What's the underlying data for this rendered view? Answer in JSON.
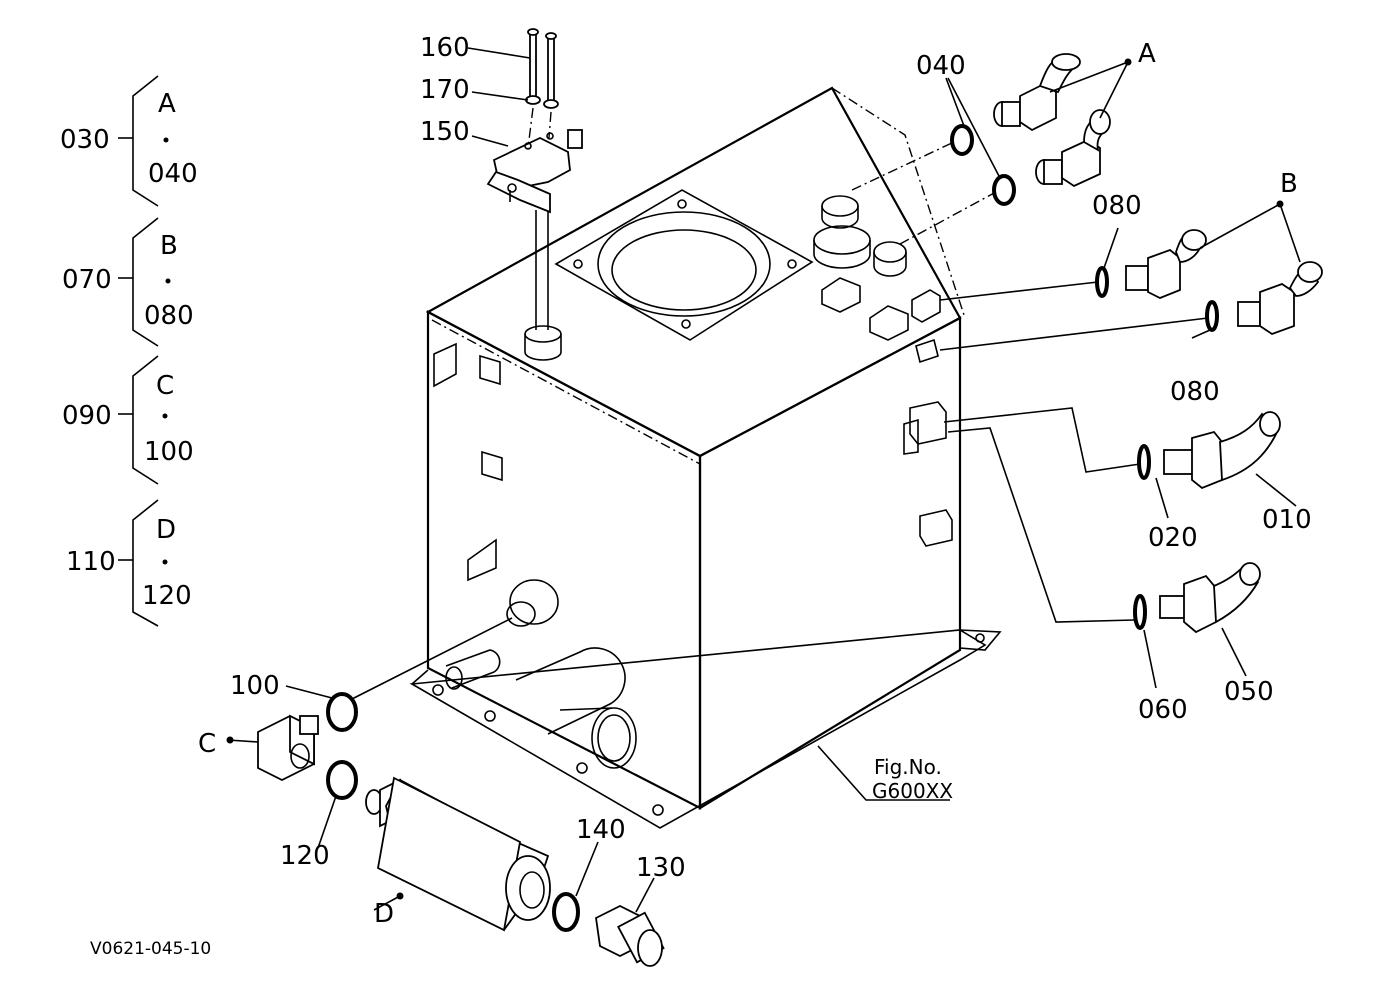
{
  "legend": [
    {
      "code": "030",
      "top": "A",
      "bottom": "040"
    },
    {
      "code": "070",
      "top": "B",
      "bottom": "080"
    },
    {
      "code": "090",
      "top": "C",
      "bottom": "100"
    },
    {
      "code": "110",
      "top": "D",
      "bottom": "120"
    }
  ],
  "callouts": {
    "p160": "160",
    "p170": "170",
    "p150": "150",
    "p040": "040",
    "groupA": "A",
    "groupB": "B",
    "p080_top": "080",
    "p080_bottom": "080",
    "p020": "020",
    "p010": "010",
    "p060": "060",
    "p050": "050",
    "p100": "100",
    "groupC": "C",
    "p120": "120",
    "groupD": "D",
    "p140": "140",
    "p130": "130"
  },
  "figure_ref": {
    "line1": "Fig.No.",
    "line2": "G600XX"
  },
  "drawing_code": "V0621-045-10"
}
